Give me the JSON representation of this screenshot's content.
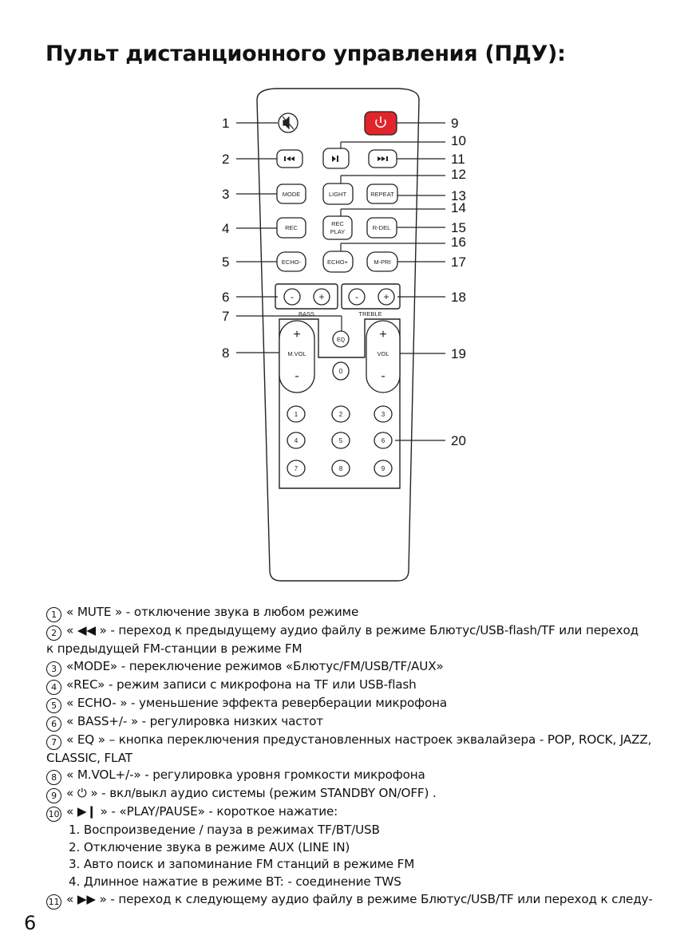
{
  "page": {
    "title": "Пульт дистанционного управления (ПДУ):",
    "page_number": "6"
  },
  "remote": {
    "callouts": [
      "1",
      "2",
      "3",
      "4",
      "5",
      "6",
      "7",
      "8",
      "9",
      "10",
      "11",
      "12",
      "13",
      "14",
      "15",
      "16",
      "17",
      "18",
      "19",
      "20"
    ],
    "buttons": {
      "mode": "MODE",
      "light": "LIGHT",
      "repeat": "REPEAT",
      "rec": "REC",
      "rec_play_1": "REC",
      "rec_play_2": "PLAY",
      "rdel": "R-DEL",
      "echo_minus": "ECHO-",
      "echo_plus": "ECHO+",
      "mpri": "M-PRI",
      "bass": "BASS",
      "treble": "TREBLE",
      "eq": "EQ",
      "mvol": "M.VOL",
      "vol": "VOL",
      "plus": "+",
      "minus": "-",
      "zero": "0",
      "digits": [
        "1",
        "2",
        "3",
        "4",
        "5",
        "6",
        "7",
        "8",
        "9"
      ]
    }
  },
  "descriptions": [
    {
      "n": "1",
      "text": "« MUTE » - отключение звука в любом режиме"
    },
    {
      "n": "2",
      "text": "«  ◀◀  »  - переход к предыдущему аудио файлу в режиме Блютус/USB-flash/TF или переход"
    },
    {
      "n": "",
      "text": "к предыдущей FM-станции в режиме FM"
    },
    {
      "n": "3",
      "text": "«MODE» - переключение режимов  «Блютус/FM/USB/TF/AUX»"
    },
    {
      "n": "4",
      "text": "«REC» - режим записи с микрофона на  TF или USB-flash"
    },
    {
      "n": "5",
      "text": "« ECHO- » - уменьшение эффекта реверберации микрофона"
    },
    {
      "n": "6",
      "text": "« BASS+/- » - регулировка низких частот"
    },
    {
      "n": "7",
      "text": "« EQ » – кнопка переключения предустановленных настроек эквалайзера - POP, ROCK, JAZZ,"
    },
    {
      "n": "",
      "text": "CLASSIC, FLAT"
    },
    {
      "n": "8",
      "text": "« M.VOL+/-» - регулировка уровня громкости микрофона"
    },
    {
      "n": "9",
      "text": "« ⏻ » - вкл/выкл аудио системы (режим STANDBY ON/OFF)  ."
    },
    {
      "n": "10",
      "text": "« ▶❙ » - «PLAY/PAUSE» -  короткое нажатие:"
    },
    {
      "n": "",
      "indent": true,
      "text": "1. Воспроизведение / пауза в режимах TF/BT/USB"
    },
    {
      "n": "",
      "indent": true,
      "text": "2. Отключение звука в режиме AUX (LINE IN)"
    },
    {
      "n": "",
      "indent": true,
      "text": "3. Авто поиск и запоминание FM станций в режиме FM"
    },
    {
      "n": "",
      "indent": true,
      "text": "4. Длинное нажатие в режиме BT: - соединение TWS"
    },
    {
      "n": "11",
      "text": "«  ▶▶ »  - переход к следующему аудио файлу в режиме Блютус/USB/TF или переход к следу-"
    }
  ]
}
